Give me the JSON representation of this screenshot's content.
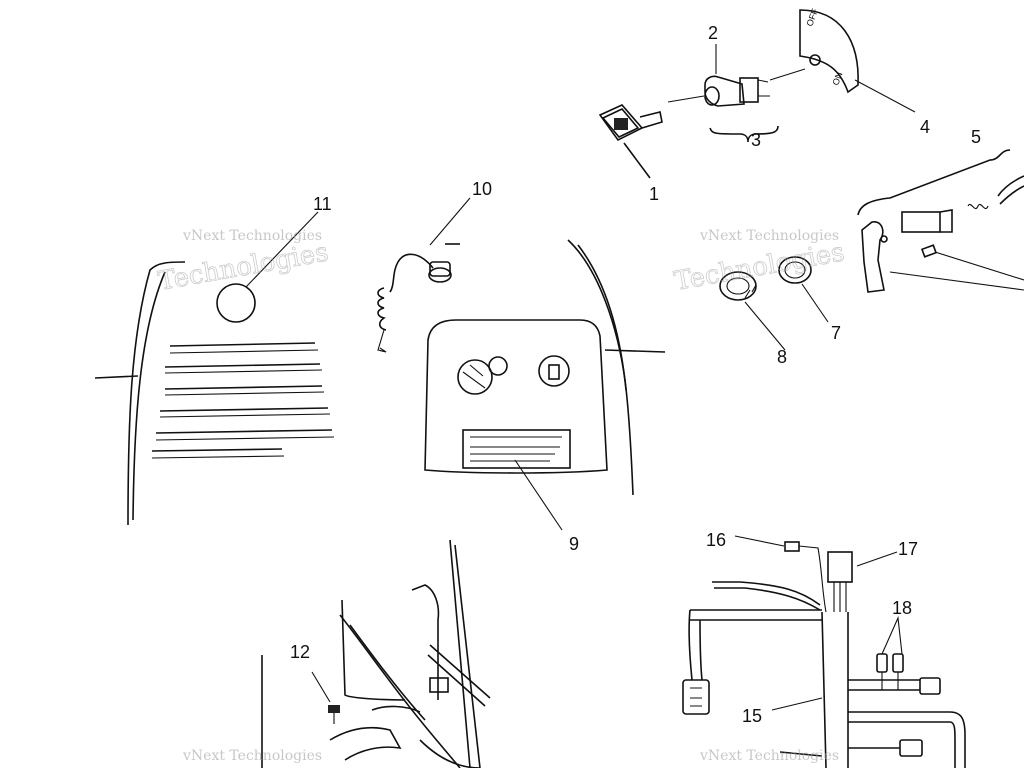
{
  "callouts": [
    "1",
    "2",
    "3",
    "4",
    "5",
    "7",
    "8",
    "9",
    "10",
    "11",
    "12",
    "15",
    "16",
    "17",
    "18"
  ],
  "switch_plate": {
    "top_text": "OFF",
    "bottom_text": "ON"
  },
  "watermark": {
    "line1": "vNext Technologies",
    "line2": "Technologies"
  }
}
